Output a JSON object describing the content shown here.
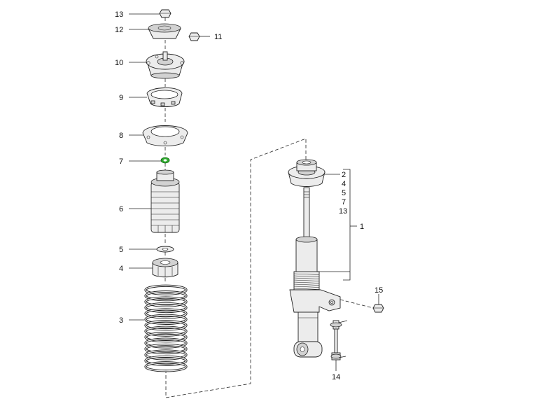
{
  "callouts": {
    "c1": "1",
    "c2": "2",
    "c3": "3",
    "c4": "4",
    "c5": "5",
    "c6": "6",
    "c7": "7",
    "c8": "8",
    "c9": "9",
    "c10": "10",
    "c11": "11",
    "c12": "12",
    "c13": "13",
    "c14": "14",
    "c15": "15",
    "group": [
      "2",
      "4",
      "5",
      "7",
      "13"
    ]
  },
  "colors": {
    "line": "#222222",
    "part_fill": "#ececec",
    "part_shade": "#d2d2d2",
    "highlight": "#2eaa2e"
  }
}
